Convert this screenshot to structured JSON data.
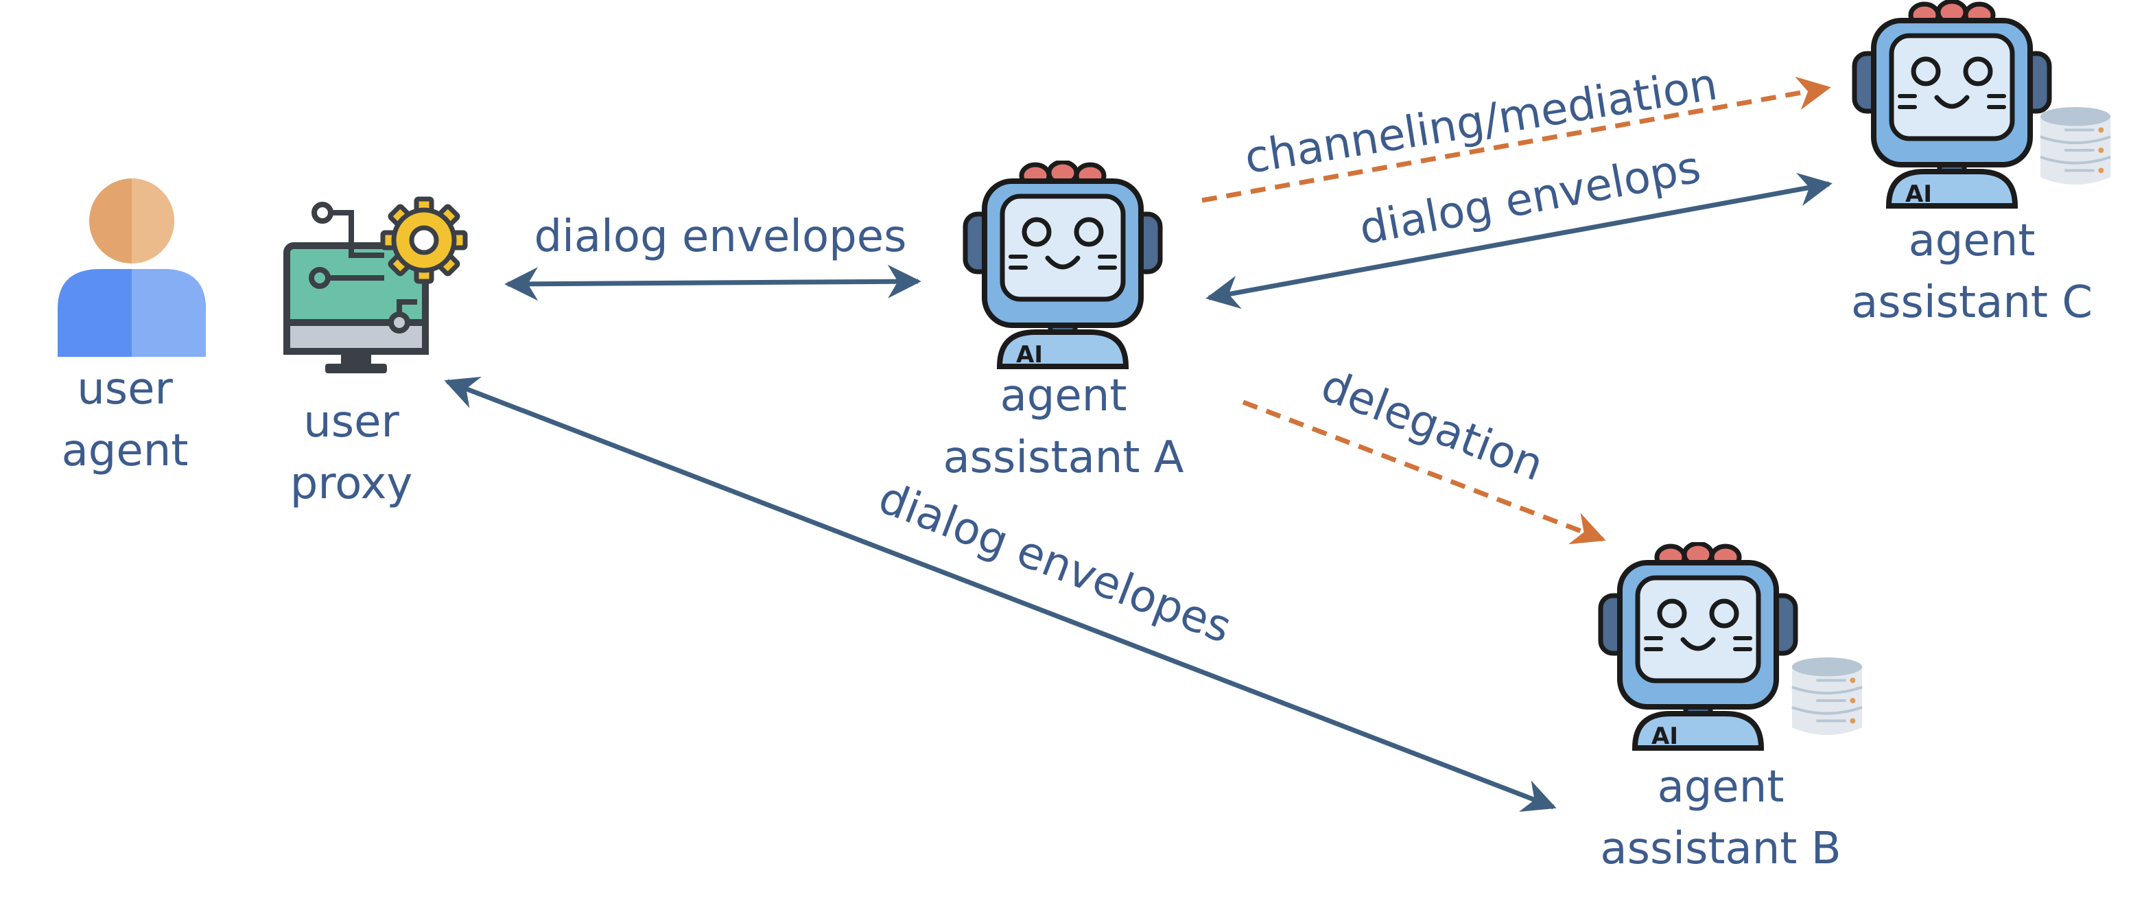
{
  "colors": {
    "blue_arrow": "#3f5f80",
    "orange_arrow": "#d2733a",
    "label_blue": "#3d5c8c",
    "label_orange": "#3d5c8c"
  },
  "nodes": {
    "user": {
      "line1": "user",
      "line2": "agent",
      "icon": "person-icon"
    },
    "proxy": {
      "line1": "user",
      "line2": "proxy",
      "icon": "computer-gear-icon"
    },
    "agent_a": {
      "line1": "agent",
      "line2": "assistant A",
      "icon": "robot-icon"
    },
    "agent_b": {
      "line1": "agent",
      "line2": "assistant B",
      "icon": "robot-icon"
    },
    "agent_c": {
      "line1": "agent",
      "line2": "assistant C",
      "icon": "robot-icon"
    }
  },
  "edges": {
    "proxy_a": {
      "label": "dialog envelopes",
      "style": "solid",
      "direction": "both"
    },
    "proxy_b": {
      "label": "dialog envelopes",
      "style": "solid",
      "direction": "both"
    },
    "a_c_mediation": {
      "label": "channeling/mediation",
      "style": "dashed",
      "direction": "forward"
    },
    "c_a_envelopes": {
      "label": "dialog envelops",
      "style": "solid",
      "direction": "both"
    },
    "a_b_delegation": {
      "label": "delegation",
      "style": "dashed",
      "direction": "forward"
    }
  }
}
